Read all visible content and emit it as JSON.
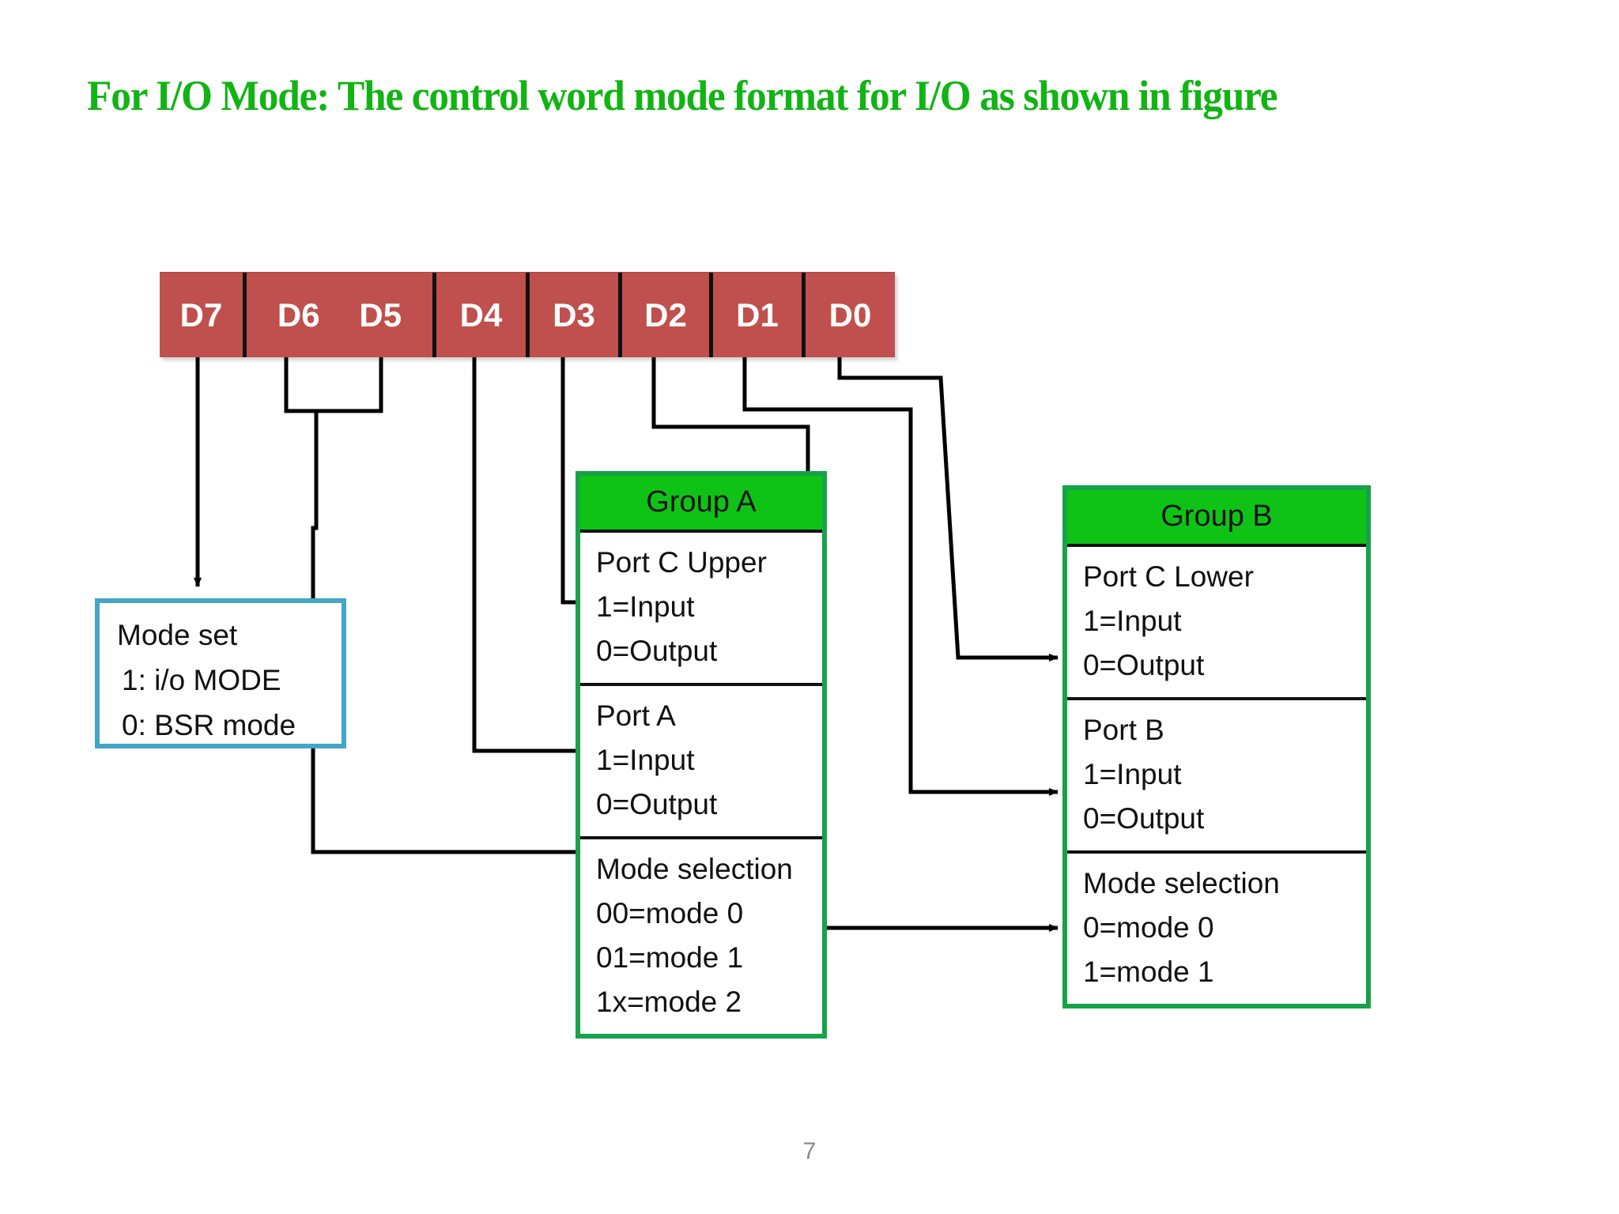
{
  "slide": {
    "title": "For I/O Mode: The control word mode format for I/O as shown in figure",
    "page_number": "7",
    "colors": {
      "title_green": "#11B414",
      "register_red": "#C0504D",
      "group_header_green": "#0FC316",
      "group_border_green": "#17A24A",
      "modeset_border_blue": "#43A6C6",
      "wire_black": "#000000"
    }
  },
  "register": {
    "name": "control-word-register",
    "bits": [
      {
        "label": "D7",
        "span": 1
      },
      {
        "label": "D6",
        "span": 1,
        "merged_with": "D5"
      },
      {
        "label": "D5",
        "span": 1
      },
      {
        "label": "D4",
        "span": 1
      },
      {
        "label": "D3",
        "span": 1
      },
      {
        "label": "D2",
        "span": 1
      },
      {
        "label": "D1",
        "span": 1
      },
      {
        "label": "D0",
        "span": 1
      }
    ]
  },
  "mode_set": {
    "title": "Mode set",
    "lines": [
      "1: i/o MODE",
      "0: BSR mode"
    ]
  },
  "group_a": {
    "header": "Group A",
    "sections": [
      {
        "title": "Port C Upper",
        "lines": [
          "1=Input",
          "0=Output"
        ]
      },
      {
        "title": "Port A",
        "lines": [
          "1=Input",
          "0=Output"
        ]
      },
      {
        "title": "Mode selection",
        "lines": [
          "00=mode 0",
          "01=mode 1",
          "1x=mode 2"
        ]
      }
    ]
  },
  "group_b": {
    "header": "Group B",
    "sections": [
      {
        "title": "Port C Lower",
        "lines": [
          "1=Input",
          "0=Output"
        ]
      },
      {
        "title": "Port B",
        "lines": [
          "1=Input",
          "0=Output"
        ]
      },
      {
        "title": "Mode selection",
        "lines": [
          "0=mode 0",
          "1=mode 1"
        ]
      }
    ]
  },
  "connections": [
    {
      "from": "D7",
      "to": "mode-set"
    },
    {
      "from": "D6/D5",
      "to": "group-a-mode-selection"
    },
    {
      "from": "D4",
      "to": "group-a-port-a"
    },
    {
      "from": "D3",
      "to": "group-a-port-c-upper"
    },
    {
      "from": "D2",
      "to": "group-b-mode-selection"
    },
    {
      "from": "D1",
      "to": "group-b-port-b"
    },
    {
      "from": "D0",
      "to": "group-b-port-c-lower"
    }
  ]
}
